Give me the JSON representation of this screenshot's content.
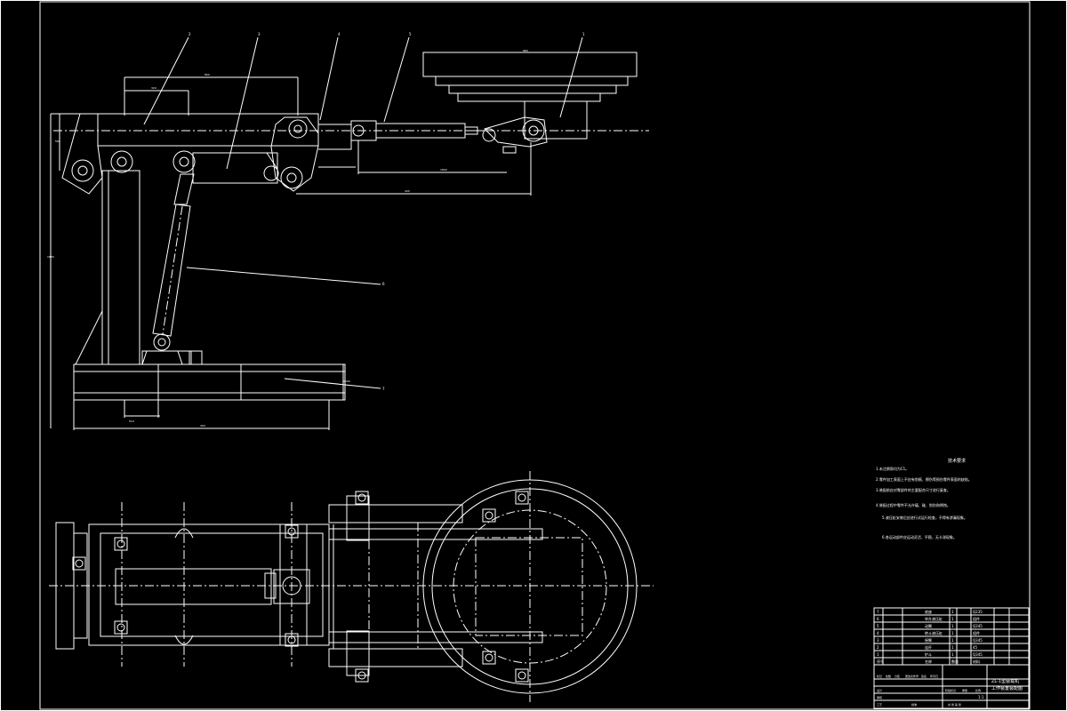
{
  "drawing": {
    "tech_title": "技术要求",
    "notes": [
      "1.未注倒角均为C1。",
      "2.零件加工表面上不应有划痕、擦伤等损伤零件表面的缺陷。",
      "3.装配前应对零部件的主要配合尺寸进行复查。",
      "4.装配过程中零件不允许磕、碰、划伤和锈蚀。",
      "5.液压缸安装后应进行试运行检查，不得有渗漏现象。",
      "6.各运动部件应运动灵活、平稳，无卡滞现象。"
    ],
    "balloons": [
      "2",
      "3",
      "4",
      "5",
      "1",
      "6",
      "7"
    ],
    "dims_top": [
      "860",
      "320",
      "1880",
      "560",
      "400",
      "510",
      "1800",
      "400",
      "1000"
    ],
    "dims_plan": [
      "880"
    ]
  },
  "title_block": {
    "drawing_title_1": "ZL-1型装载机",
    "drawing_title_2": "工作装置装配图",
    "scale": "1:1",
    "parts": [
      {
        "no": "7",
        "name": "底座",
        "qty": "1",
        "mat": "Q235"
      },
      {
        "no": "6",
        "name": "举升液压缸",
        "qty": "1",
        "mat": "组件"
      },
      {
        "no": "5",
        "name": "动臂",
        "qty": "1",
        "mat": "Q345"
      },
      {
        "no": "4",
        "name": "转斗液压缸",
        "qty": "1",
        "mat": "组件"
      },
      {
        "no": "3",
        "name": "摇臂",
        "qty": "1",
        "mat": "Q345"
      },
      {
        "no": "2",
        "name": "连杆",
        "qty": "1",
        "mat": "45"
      },
      {
        "no": "1",
        "name": "铲斗",
        "qty": "1",
        "mat": "Q345"
      }
    ],
    "header": [
      "序号",
      "名称",
      "数量",
      "材料"
    ],
    "labels": [
      "标记",
      "处数",
      "分区",
      "更改文件号",
      "签名",
      "年月日",
      "设计",
      "审核",
      "工艺",
      "批准",
      "阶段标记",
      "重量",
      "比例",
      "共 张 第 张"
    ]
  }
}
